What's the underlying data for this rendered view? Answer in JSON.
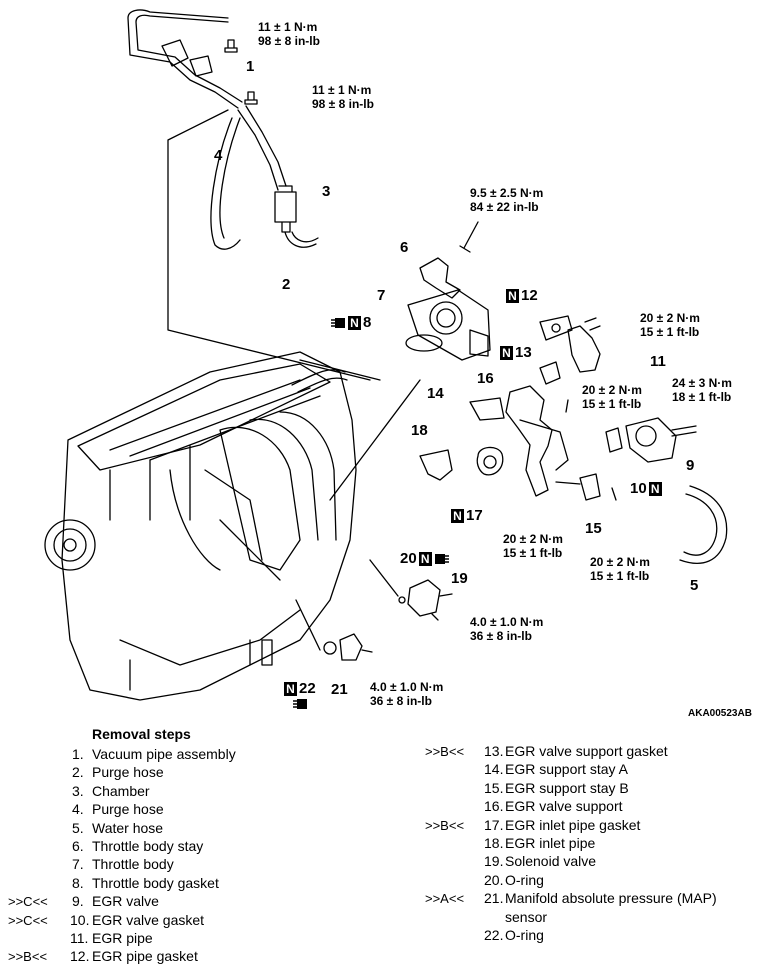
{
  "figure_code": "AKA00523AB",
  "callouts": [
    "1",
    "2",
    "3",
    "4",
    "5",
    "6",
    "7",
    "8",
    "9",
    "10",
    "11",
    "12",
    "13",
    "14",
    "15",
    "16",
    "17",
    "18",
    "19",
    "20",
    "21",
    "22"
  ],
  "torques": {
    "t_pipe_top": [
      "11 ± 1 N·m",
      "98 ± 8 in-lb"
    ],
    "t_pipe_mid": [
      "11 ± 1 N·m",
      "98 ± 8 in-lb"
    ],
    "t_throttle_stay": [
      "9.5 ± 2.5 N·m",
      "84 ± 22 in-lb"
    ],
    "t_egr_pipe": [
      "20 ± 2 N·m",
      "15 ± 1 ft-lb"
    ],
    "t_support_bolt": [
      "20 ± 2 N·m",
      "15 ± 1 ft-lb"
    ],
    "t_egr_valve": [
      "24 ± 3 N·m",
      "18 ± 1 ft-lb"
    ],
    "t_stay_a": [
      "20 ± 2 N·m",
      "15 ± 1 ft-lb"
    ],
    "t_stay_b": [
      "20 ± 2 N·m",
      "15 ± 1 ft-lb"
    ],
    "t_solenoid": [
      "4.0 ± 1.0 N·m",
      "36 ± 8 in-lb"
    ],
    "t_map": [
      "4.0 ± 1.0 N·m",
      "36 ± 8 in-lb"
    ]
  },
  "removal": {
    "title": "Removal steps",
    "left": [
      {
        "mark": "",
        "num": "1.",
        "label": "Vacuum pipe assembly"
      },
      {
        "mark": "",
        "num": "2.",
        "label": "Purge hose"
      },
      {
        "mark": "",
        "num": "3.",
        "label": "Chamber"
      },
      {
        "mark": "",
        "num": "4.",
        "label": "Purge hose"
      },
      {
        "mark": "",
        "num": "5.",
        "label": "Water hose"
      },
      {
        "mark": "",
        "num": "6.",
        "label": "Throttle body stay"
      },
      {
        "mark": "",
        "num": "7.",
        "label": "Throttle body"
      },
      {
        "mark": "",
        "num": "8.",
        "label": "Throttle body gasket"
      },
      {
        "mark": ">>C<<",
        "num": "9.",
        "label": "EGR valve"
      },
      {
        "mark": ">>C<<",
        "num": "10.",
        "label": "EGR valve gasket"
      },
      {
        "mark": "",
        "num": "11.",
        "label": "EGR pipe"
      },
      {
        "mark": ">>B<<",
        "num": "12.",
        "label": "EGR pipe gasket"
      }
    ],
    "right": [
      {
        "mark": ">>B<<",
        "num": "13.",
        "label": "EGR valve support gasket"
      },
      {
        "mark": "",
        "num": "14.",
        "label": "EGR support stay A"
      },
      {
        "mark": "",
        "num": "15.",
        "label": "EGR support stay B"
      },
      {
        "mark": "",
        "num": "16.",
        "label": "EGR valve support"
      },
      {
        "mark": ">>B<<",
        "num": "17.",
        "label": "EGR inlet pipe gasket"
      },
      {
        "mark": "",
        "num": "18.",
        "label": "EGR inlet pipe"
      },
      {
        "mark": "",
        "num": "19.",
        "label": "Solenoid valve"
      },
      {
        "mark": "",
        "num": "20.",
        "label": "O-ring"
      },
      {
        "mark": ">>A<<",
        "num": "21.",
        "label": "Manifold absolute pressure (MAP)"
      },
      {
        "mark": "",
        "num": "",
        "label": "sensor"
      },
      {
        "mark": "",
        "num": "22.",
        "label": "O-ring"
      }
    ]
  },
  "new_part_symbol": "N"
}
